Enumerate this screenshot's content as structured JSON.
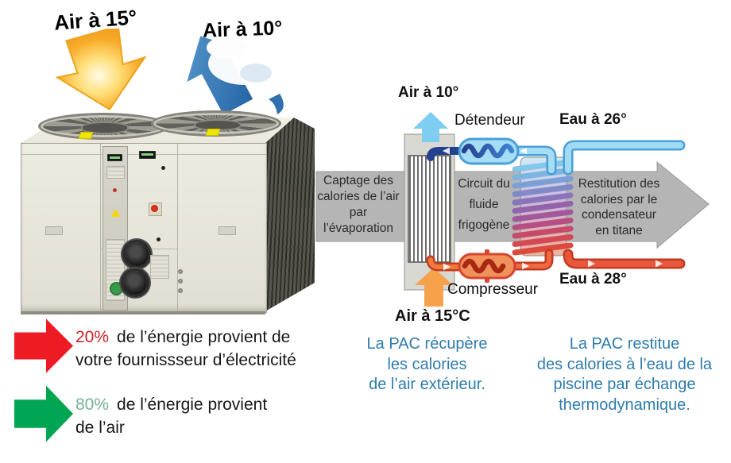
{
  "hero": {
    "warm_air_label": "Air à 15°",
    "cold_air_label": "Air à 10°"
  },
  "energy": {
    "electricity": {
      "percent": "20%",
      "line1": "de l’énergie provient de",
      "line2": "votre fournissseur d’électricité"
    },
    "air": {
      "percent": "80%",
      "line1": "de l’énergie provient",
      "line2": "de l’air"
    }
  },
  "diagram": {
    "air_out_label": "Air à 10°",
    "expansion_valve_label": "Détendeur",
    "water_in_label": "Eau à 26°",
    "water_out_label": "Eau à 28°",
    "compressor_label": "Compresseur",
    "air_in_label": "Air à 15°C",
    "stage_capture": {
      "lines": [
        "Captage des",
        "calories de l’air",
        "par",
        "l’évaporation"
      ]
    },
    "stage_circuit": {
      "lines": [
        "Circuit du",
        "fluide",
        "frigogène"
      ]
    },
    "stage_restitution": {
      "lines": [
        "Restitution des",
        "calories par le",
        "condensateur",
        "en titane"
      ]
    }
  },
  "captions": {
    "left": {
      "lines": [
        "La PAC récupère",
        "les calories",
        "de l’air extérieur."
      ]
    },
    "right": {
      "lines": [
        "La PAC restitue",
        "des calories à l’eau de la",
        "piscine par échange",
        "thermodynamique."
      ]
    }
  },
  "colors": {
    "process_arrow_gray": "#B5B5B5",
    "caption_blue": "#2E7CAD",
    "electricity_arrow_red": "#ED1C24",
    "electricity_percent_red": "#CC2329",
    "air_arrow_green": "#00A651",
    "air_percent_green": "#77B193",
    "warm_air_orange": "#F6A14B",
    "cold_air_blue": "#7ECDF2",
    "pipe_dark_blue": "#24418F",
    "pipe_light_blue": "#9FDCF4",
    "pipe_red": "#E0523A",
    "valve_fill_blue": "#A5DDF5",
    "compressor_fill_orange": "#F0905A"
  }
}
